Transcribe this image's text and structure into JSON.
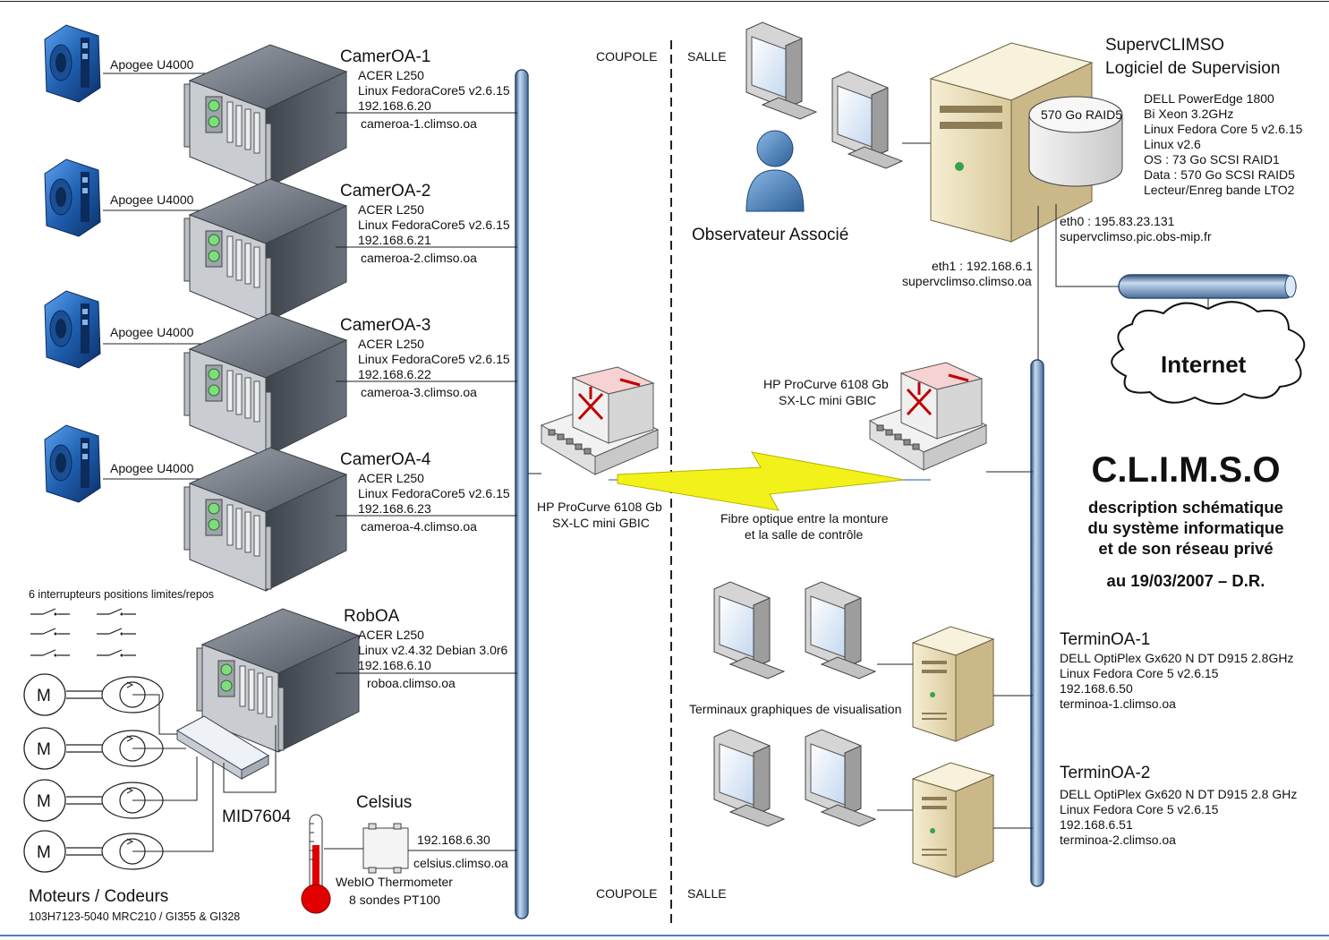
{
  "zones": {
    "left_label": "COUPOLE",
    "right_label": "SALLE"
  },
  "cameras": [
    {
      "camera_label": "Apogee U4000",
      "title": "CamerOA-1",
      "lines": [
        "ACER L250",
        "Linux FedoraCore5 v2.6.15",
        "192.168.6.20"
      ],
      "host": "cameroa-1.climso.oa"
    },
    {
      "camera_label": "Apogee U4000",
      "title": "CamerOA-2",
      "lines": [
        "ACER L250",
        "Linux FedoraCore5 v2.6.15",
        "192.168.6.21"
      ],
      "host": "cameroa-2.climso.oa"
    },
    {
      "camera_label": "Apogee U4000",
      "title": "CamerOA-3",
      "lines": [
        "ACER L250",
        "Linux FedoraCore5 v2.6.15",
        "192.168.6.22"
      ],
      "host": "cameroa-3.climso.oa"
    },
    {
      "camera_label": "Apogee U4000",
      "title": "CamerOA-4",
      "lines": [
        "ACER L250",
        "Linux FedoraCore5 v2.6.15",
        "192.168.6.23"
      ],
      "host": "cameroa-4.climso.oa"
    }
  ],
  "roboa": {
    "title": "RobOA",
    "lines": [
      "ACER L250",
      "Linux v2.4.32 Debian 3.0r6",
      "192.168.6.10"
    ],
    "host": "roboa.climso.oa"
  },
  "switches": {
    "title": "6 interrupteurs positions limites/repos"
  },
  "motors": {
    "symbol": "M",
    "title": "Moteurs / Codeurs",
    "subtitle": "103H7123-5040 MRC210 / GI355 & GI328"
  },
  "mid": {
    "label": "MID7604"
  },
  "celsius": {
    "title": "Celsius",
    "ip": "192.168.6.30",
    "host": "celsius.climso.oa",
    "device": "WebIO Thermometer",
    "probes": "8 sondes PT100"
  },
  "switch_left": {
    "line1": "HP ProCurve 6108 Gb",
    "line2": "SX-LC mini GBIC"
  },
  "switch_right": {
    "line1": "HP ProCurve 6108 Gb",
    "line2": "SX-LC mini GBIC"
  },
  "fiber": {
    "line1": "Fibre optique entre la monture",
    "line2": "et la salle de contrôle"
  },
  "observer": {
    "label": "Observateur Associé"
  },
  "server": {
    "title": "SupervCLIMSO",
    "subtitle": "Logiciel de Supervision",
    "disk": "570 Go RAID5",
    "specs": [
      "DELL PowerEdge 1800",
      "Bi Xeon 3.2GHz",
      "Linux Fedora Core 5 v2.6.15",
      "Linux v2.6",
      "OS : 73 Go SCSI RAID1",
      "Data : 570 Go SCSI RAID5",
      "Lecteur/Enreg bande LTO2"
    ],
    "eth0": "eth0 : 195.83.23.131",
    "eth0_host": "supervclimso.pic.obs-mip.fr",
    "eth1": "eth1 : 192.168.6.1",
    "eth1_host": "supervclimso.climso.oa"
  },
  "internet": {
    "label": "Internet"
  },
  "heading": {
    "title": "C.L.I.M.S.O",
    "lines": [
      "description schématique",
      "du système informatique",
      "et de son réseau privé"
    ],
    "date": "au 19/03/2007 – D.R."
  },
  "terminals": {
    "label": "Terminaux graphiques de visualisation"
  },
  "terminoa1": {
    "title": "TerminOA-1",
    "lines": [
      "DELL OptiPlex Gx620 N DT D915 2.8GHz",
      "Linux Fedora Core 5 v2.6.15",
      "192.168.6.50",
      "terminoa-1.climso.oa"
    ]
  },
  "terminoa2": {
    "title": "TerminOA-2",
    "lines": [
      "DELL OptiPlex Gx620 N DT D915 2.8 GHz",
      "Linux Fedora Core 5 v2.6.15",
      "192.168.6.51",
      "terminoa-2.climso.oa"
    ]
  },
  "colors": {
    "bus": "#b9cfe8",
    "bus_stroke": "#3d5e86",
    "rack": "#5f6670",
    "camera": "#1e63b8",
    "fiber": "#f2f21a",
    "monitor": "#cbcbcb",
    "tower": "#efe3bf",
    "thermo": "#e00000"
  }
}
